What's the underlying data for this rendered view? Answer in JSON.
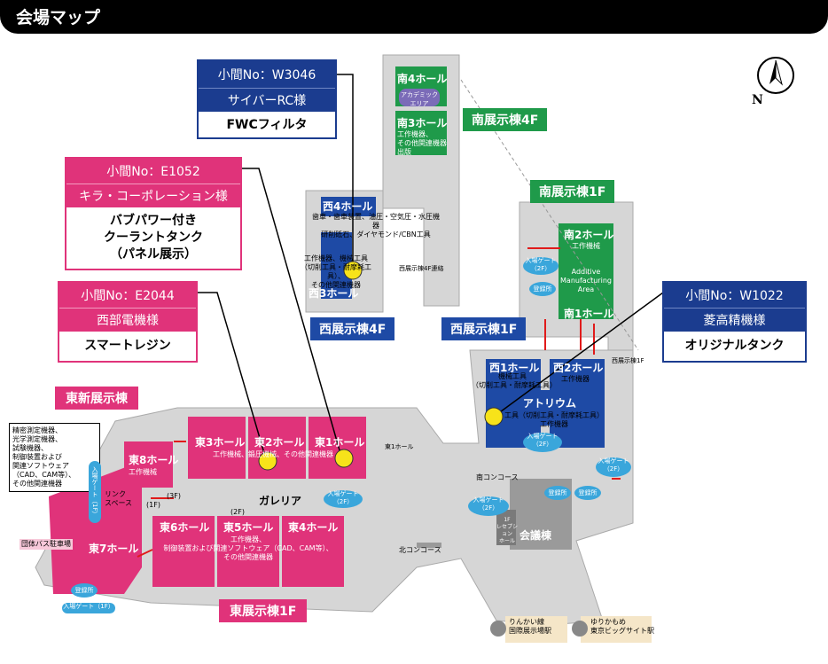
{
  "title": "会場マップ",
  "compass": {
    "letter": "N"
  },
  "boxes": [
    {
      "id": "w3046",
      "booth": "小間No：W3046",
      "company": "サイバーRC様",
      "product": "FWCフィルタ",
      "color": "#1b3c8f"
    },
    {
      "id": "e1052",
      "booth": "小間No：E1052",
      "company": "キラ・コーポレーション様",
      "product": "バブパワー付き\nクーラントタンク\n（パネル展示）",
      "color": "#e0337a"
    },
    {
      "id": "e2044",
      "booth": "小間No：E2044",
      "company": "西部電機様",
      "product": "スマートレジン",
      "color": "#e0337a"
    },
    {
      "id": "w1022",
      "booth": "小間No：W1022",
      "company": "菱高精機様",
      "product": "オリジナルタンク",
      "color": "#1b3c8f"
    }
  ],
  "buildings": {
    "south4": "南展示棟4F",
    "south1": "南展示棟1F",
    "west4": "西展示棟4F",
    "west1": "西展示棟1F",
    "eastnew": "東新展示棟",
    "east1": "東展示棟1F"
  },
  "halls": {
    "s4": "南4ホール",
    "s3": "南3ホール",
    "s2": "南2ホール",
    "s1": "南1ホール",
    "w4": "西4ホール",
    "w3": "西3ホール",
    "w1": "西1ホール",
    "w2": "西2ホール",
    "e1": "東1ホール",
    "e2": "東2ホール",
    "e3": "東3ホール",
    "e4": "東4ホール",
    "e5": "東5ホール",
    "e6": "東6ホール",
    "e7": "東7ホール",
    "e8": "東8ホール",
    "atrium": "アトリウム",
    "conf": "会議棟",
    "galleria": "ガレリア"
  },
  "texts": {
    "academic": "アカデミック\nエリア",
    "s3desc": "工作機器、\nその他関連機器\n出版",
    "s2desc": "工作機械",
    "additive": "Additive\nManufacturing\nArea",
    "w4desc": "歯車・歯車装置、油圧・空気圧・水圧機器\n研削砥石、ダイヤモンド/CBN工具",
    "w4desc2": "工作機器、機械工具\n（切削工具・耐摩耗工具）、\nその他関連機器",
    "w4sub": "西展示棟4F連絡",
    "w1desc": "機械工具\n（切削工具・耐摩耗工具）",
    "w2desc": "工作機器",
    "atriumdesc": "工具（切削工具・耐摩耗工具）\n工作機器",
    "e123desc": "工作機械、鍛圧機械、その他関連機器",
    "e456desc": "工作機器、\n制御装置および関連ソフトウェア（CAD、CAM等）、\nその他関連機器",
    "e8desc": "工作機械",
    "note": "精密測定機器、\n光学測定機器、\n試験機器、\n制御装置および\n関連ソフトウェア\n（CAD、CAM等）、\nその他関連機器",
    "bus": "団体バス駐車場",
    "reg": "登録所",
    "gate1f": "入場ゲート（1F）",
    "gate2f": "入場ゲート\n（2F）",
    "gatev": "入場ゲート（1F）",
    "ricks": "リンク\nスペース",
    "southconc": "南コンコース",
    "northconc": "北コンコース",
    "reception": "1F\nレセプション\nホール",
    "e1hall_small": "東1ホール",
    "w1hall_small": "西展示棟1F",
    "f1": "(1F)",
    "f2": "(2F)",
    "f3": "(3F)",
    "rinkai": "りんかい線\n国際展示場駅",
    "yurikamome": "ゆりかもめ\n東京ビッグサイト駅"
  },
  "colors": {
    "navy": "#1b3c8f",
    "magenta": "#e0337a",
    "green": "#1f9a4a",
    "yellow": "#f7e31a",
    "blue": "#1e4aa5",
    "gray": "#b8b8b8"
  }
}
